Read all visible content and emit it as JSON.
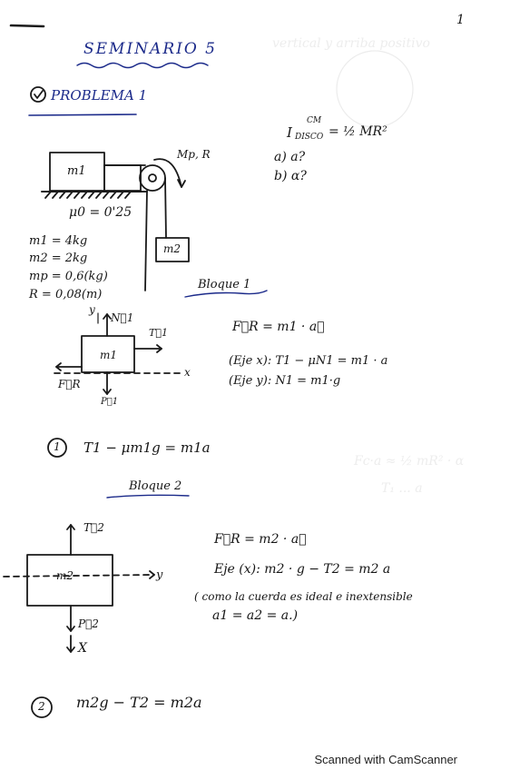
{
  "page": {
    "page_number": "1",
    "title": "SEMINARIO 5",
    "problem_label": "PROBLEMA 1"
  },
  "givens": {
    "inertia": "I",
    "inertia_sub": "DISCO",
    "inertia_sup": "CM",
    "inertia_eq": "= ½ MR²",
    "part_a": "a) a?",
    "part_b": "b) α?"
  },
  "diagram1": {
    "m1": "m1",
    "m2": "m2",
    "pulley_label": "Mp, R",
    "mu": "μ0 = 0'25",
    "values": [
      "m1 = 4kg",
      "m2 = 2kg",
      "mp = 0,6(kg)",
      "R = 0,08(m)"
    ]
  },
  "bloque1": {
    "heading": "Bloque 1",
    "fr_eq": "F⃗R = m1 · a⃗",
    "eje_x": "(Eje x):   T1 − μN1 = m1 · a",
    "eje_y": "(Eje y):    N1 = m1·g",
    "labels": {
      "y": "y",
      "n1": "N⃗1",
      "t1": "T⃗1",
      "m1": "m1",
      "fr": "F⃗R",
      "p1": "P⃗1",
      "x": "x"
    }
  },
  "eq1": {
    "num": "1",
    "text": "T1 − μm1g = m1a"
  },
  "bloque2": {
    "heading": "Bloque 2",
    "labels": {
      "t2": "T⃗2",
      "m2": "m2",
      "y": "y",
      "p2": "P⃗2",
      "x": "X"
    },
    "fr_eq": "F⃗R = m2 · a⃗",
    "eje_x": "Eje (x):  m2 · g − T2 = m2 a",
    "note": "( como la cuerda es ideal e inextensible",
    "note2": "a1 = a2 = a.)"
  },
  "eq2": {
    "num": "2",
    "text": "m2g − T2 = m2a"
  },
  "footer": {
    "scanner": "Scanned with CamScanner"
  }
}
